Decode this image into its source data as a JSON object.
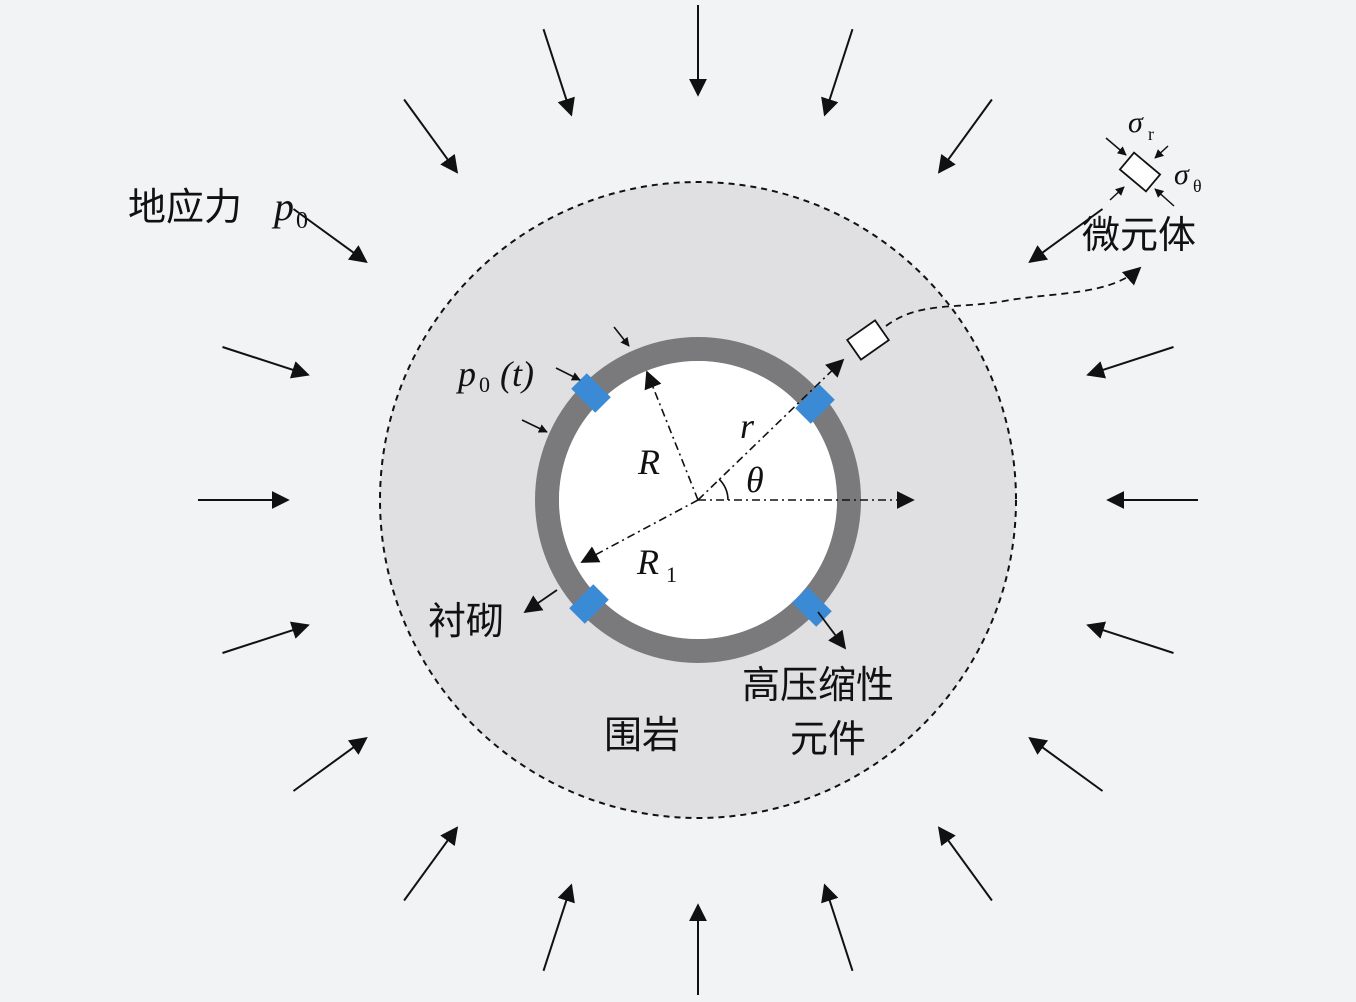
{
  "labels": {
    "ground_stress": "地应力",
    "ground_stress_symbol": "p",
    "ground_stress_sub": "0",
    "support_pressure_symbol": "p",
    "support_pressure_sub": "0",
    "support_pressure_arg": "(t)",
    "radius_R": "R",
    "radius_R1": "R",
    "radius_R1_sub": "1",
    "radius_r": "r",
    "angle": "θ",
    "lining": "衬砌",
    "surrounding_rock": "围岩",
    "compressible_element_line1": "高压缩性",
    "compressible_element_line2": "元件",
    "micro_element": "微元体",
    "sigma_r": "σ",
    "sigma_r_sub": "r",
    "sigma_theta": "σ",
    "sigma_theta_sub": "θ"
  },
  "colors": {
    "background": "#f2f3f5",
    "rock_zone": "#e0e0e2",
    "lining": "#7a7a7c",
    "compressible_element": "#3a8ad6",
    "ink": "#111111"
  }
}
